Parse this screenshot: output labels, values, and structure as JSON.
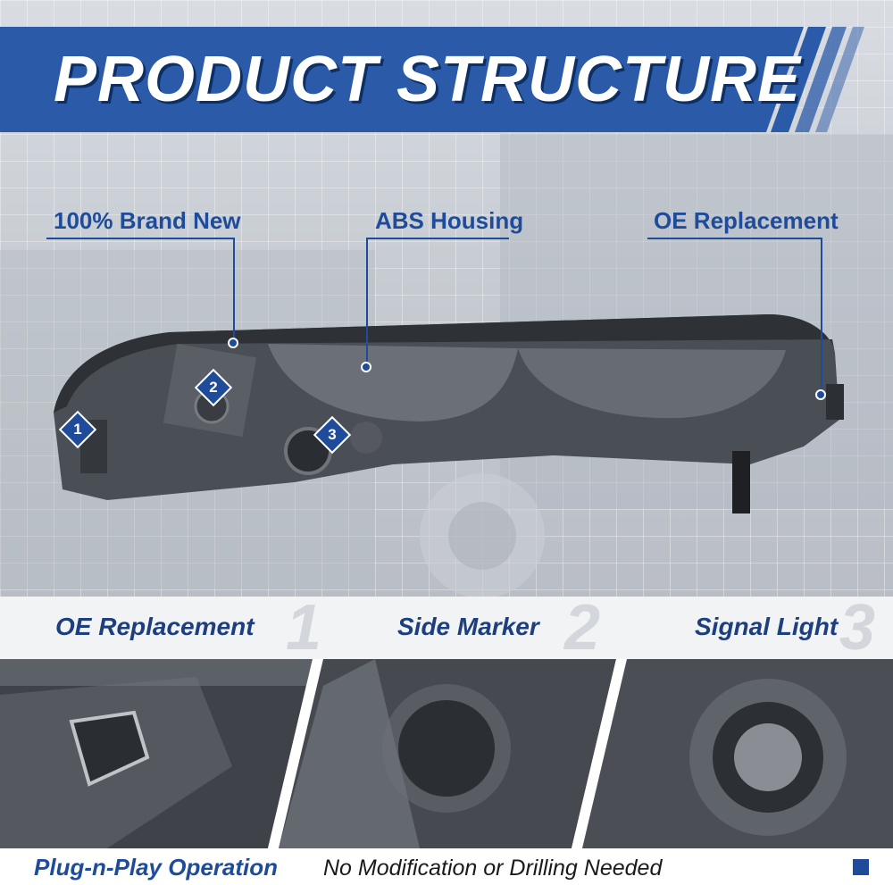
{
  "banner": {
    "title": "PRODUCT STRUCTURE"
  },
  "callouts": [
    {
      "label": "100% Brand New"
    },
    {
      "label": "ABS Housing"
    },
    {
      "label": "OE Replacement"
    }
  ],
  "badges": [
    "1",
    "2",
    "3"
  ],
  "features": [
    {
      "label": "OE Replacement",
      "number": "1"
    },
    {
      "label": "Side Marker",
      "number": "2"
    },
    {
      "label": "Signal Light",
      "number": "3"
    }
  ],
  "footer": {
    "title": "Plug-n-Play Operation",
    "subtitle": "No Modification or Drilling Needed"
  },
  "colors": {
    "brand_blue": "#1f4c9a",
    "banner_blue": "#2a5aa8",
    "dark_blue": "#0d2f63"
  }
}
